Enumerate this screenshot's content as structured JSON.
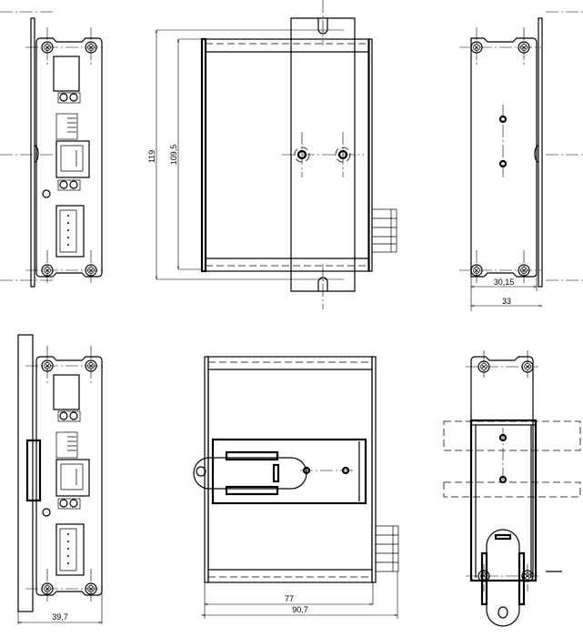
{
  "dimensions": {
    "overall_height": "119",
    "body_height": "109,5",
    "panel_width": "30,15",
    "plate_width": "33",
    "front_depth_with_rail": "39,7",
    "body_depth": "77",
    "overall_depth": "90,7"
  }
}
